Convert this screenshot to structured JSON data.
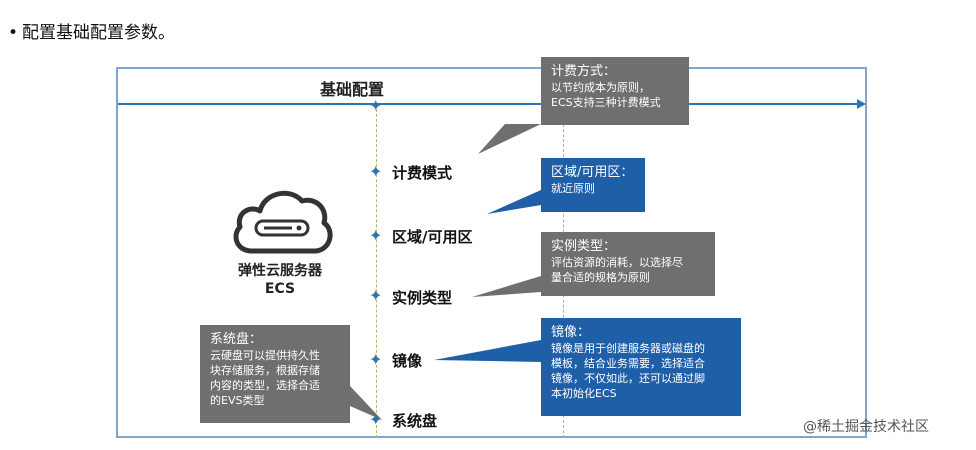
{
  "heading": {
    "bullet": "•",
    "text": "配置基础配置参数。"
  },
  "frame": {
    "title": "基础配置"
  },
  "ecs": {
    "name": "弹性云服务器",
    "abbr": "ECS",
    "icon": "cloud-server-icon"
  },
  "milestones": [
    "计费模式",
    "区域/可用区",
    "实例类型",
    "镜像",
    "系统盘"
  ],
  "tick_glyph": "✦",
  "callouts": {
    "billing": {
      "title": "计费方式：",
      "lines": [
        "以节约成本为原则，",
        "ECS支持三种计费模式"
      ]
    },
    "region": {
      "title": "区域/可用区：",
      "lines": [
        "就近原则"
      ]
    },
    "instance": {
      "title": "实例类型：",
      "lines": [
        "评估资源的消耗，以选择尽",
        "量合适的规格为原则"
      ]
    },
    "image": {
      "title": "镜像：",
      "lines": [
        "镜像是用于创建服务器或磁盘的",
        "模板，结合业务需要，选择适合",
        "镜像，不仅如此，还可以通过脚",
        "本初始化ECS"
      ]
    },
    "disk": {
      "title": "系统盘：",
      "lines": [
        "云硬盘可以提供持久性",
        "块存储服务，根据存储",
        "内容的类型，选择合适",
        "的EVS类型"
      ]
    }
  },
  "colors": {
    "accent": "#1f5fa8",
    "gray_callout": "#6f6f6f",
    "timeline": "#2e74b5",
    "frame": "#7fa6cf"
  },
  "watermark": "@稀土掘金技术社区"
}
